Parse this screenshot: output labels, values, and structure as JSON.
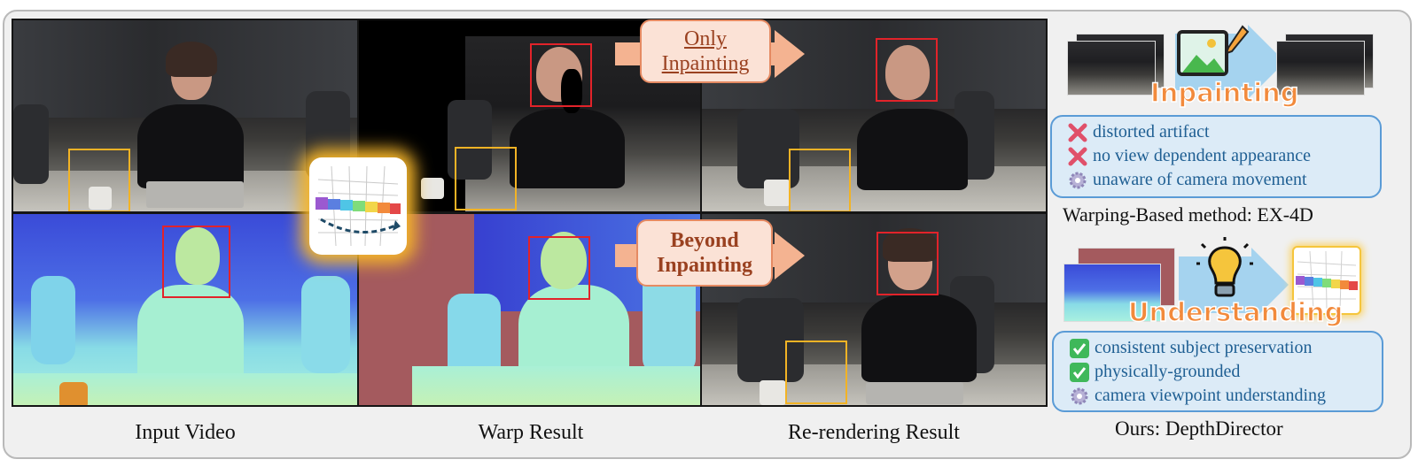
{
  "captions": {
    "input_video": "Input Video",
    "warp_result": "Warp Result",
    "rerender_result": "Re-rendering Result"
  },
  "arrows": {
    "top": {
      "line1": "Only",
      "line2": "Inpainting"
    },
    "bottom": {
      "line1": "Beyond",
      "line2": "Inpainting"
    }
  },
  "top_method": {
    "badge": "Inpainting",
    "items": [
      {
        "mark": "cross-icon",
        "text": "distorted artifact"
      },
      {
        "mark": "cross-icon",
        "text": "no view dependent appearance"
      },
      {
        "mark": "gear-icon",
        "text": "unaware of camera movement"
      }
    ],
    "caption": "Warping-Based method: EX-4D"
  },
  "bottom_method": {
    "badge": "Understanding",
    "items": [
      {
        "mark": "check-icon",
        "text": "consistent subject preservation"
      },
      {
        "mark": "check-icon",
        "text": "physically-grounded"
      },
      {
        "mark": "gear-icon",
        "text": "camera viewpoint understanding"
      }
    ],
    "caption": "Ours: DepthDirector"
  },
  "colors": {
    "red_box": "#e2232a",
    "yellow_box": "#f2b325",
    "arrow_fill": "#f4b391",
    "badge_orange": "#f28a3c",
    "panel_blue": "#5a9bd6"
  }
}
